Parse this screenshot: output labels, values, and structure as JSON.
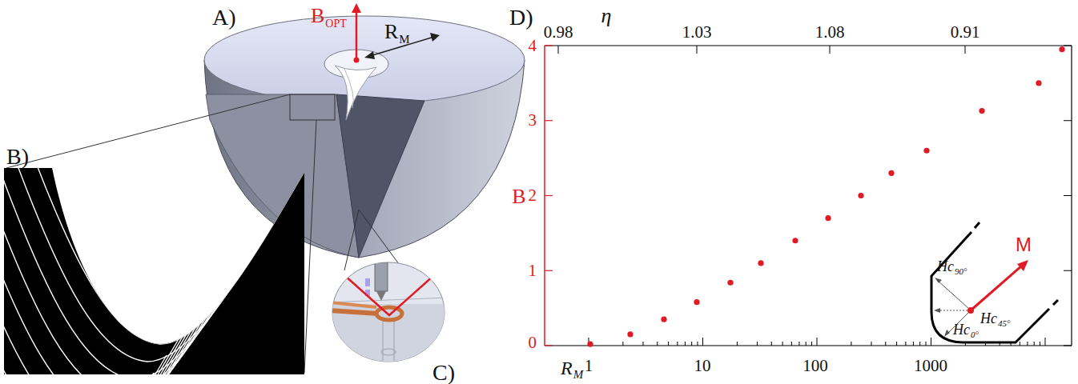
{
  "diagram": {
    "labels": [
      "A)",
      "B",
      "OPT",
      "R",
      "M",
      "B)",
      "C)",
      "D)",
      "η",
      "0.98",
      "1.03",
      "1.08",
      "0.91",
      "4",
      "3",
      "2",
      "1",
      "0",
      "B",
      "1",
      "10",
      "100",
      "1000",
      "R",
      "M",
      "M",
      "Hc",
      "90°",
      "Hc",
      "45°",
      "Hc",
      "0°"
    ]
  }
}
